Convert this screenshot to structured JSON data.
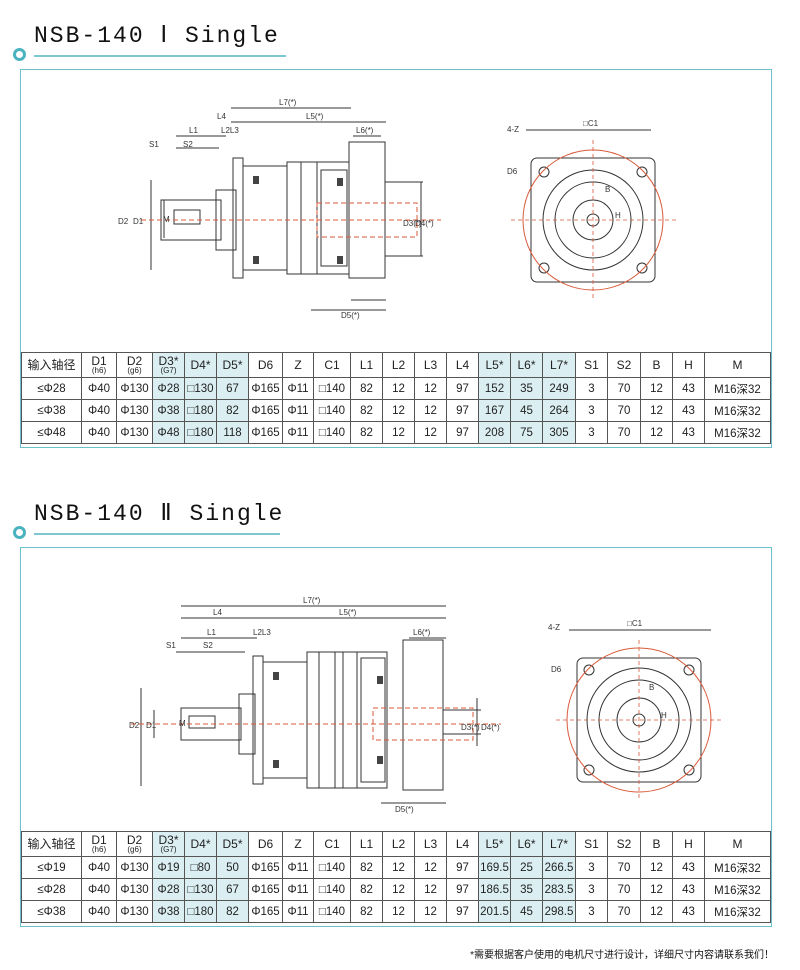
{
  "headers": [
    {
      "main": "输入轴径",
      "sub": "",
      "hl": false
    },
    {
      "main": "D1",
      "sub": "(h6)",
      "hl": false
    },
    {
      "main": "D2",
      "sub": "(g6)",
      "hl": false
    },
    {
      "main": "D3*",
      "sub": "(G7)",
      "hl": true
    },
    {
      "main": "D4*",
      "sub": "",
      "hl": true
    },
    {
      "main": "D5*",
      "sub": "",
      "hl": true
    },
    {
      "main": "D6",
      "sub": "",
      "hl": false
    },
    {
      "main": "Z",
      "sub": "",
      "hl": false
    },
    {
      "main": "C1",
      "sub": "",
      "hl": false
    },
    {
      "main": "L1",
      "sub": "",
      "hl": false
    },
    {
      "main": "L2",
      "sub": "",
      "hl": false
    },
    {
      "main": "L3",
      "sub": "",
      "hl": false
    },
    {
      "main": "L4",
      "sub": "",
      "hl": false
    },
    {
      "main": "L5*",
      "sub": "",
      "hl": true
    },
    {
      "main": "L6*",
      "sub": "",
      "hl": true
    },
    {
      "main": "L7*",
      "sub": "",
      "hl": true
    },
    {
      "main": "S1",
      "sub": "",
      "hl": false
    },
    {
      "main": "S2",
      "sub": "",
      "hl": false
    },
    {
      "main": "B",
      "sub": "",
      "hl": false
    },
    {
      "main": "H",
      "sub": "",
      "hl": false
    },
    {
      "main": "M",
      "sub": "",
      "hl": false
    }
  ],
  "drawing_labels": {
    "l7": "L7(*)",
    "l5": "L5(*)",
    "l6": "L6(*)",
    "l4": "L4",
    "l1": "L1",
    "l2l3": "L2L3",
    "s1": "S1",
    "s2": "S2",
    "d1": "D1",
    "d2": "D2",
    "m": "M",
    "d3": "D3(*)",
    "d4": "D4(*)",
    "d5": "D5(*)",
    "c1": "□C1",
    "d6": "D6",
    "z": "4-Z",
    "b": "B",
    "h": "H"
  },
  "sections": [
    {
      "title": "NSB-140 Ⅰ Single",
      "rows": [
        [
          "≤Φ28",
          "Φ40",
          "Φ130",
          "Φ28",
          "□130",
          "67",
          "Φ165",
          "Φ11",
          "□140",
          "82",
          "12",
          "12",
          "97",
          "152",
          "35",
          "249",
          "3",
          "70",
          "12",
          "43",
          "M16深32"
        ],
        [
          "≤Φ38",
          "Φ40",
          "Φ130",
          "Φ38",
          "□180",
          "82",
          "Φ165",
          "Φ11",
          "□140",
          "82",
          "12",
          "12",
          "97",
          "167",
          "45",
          "264",
          "3",
          "70",
          "12",
          "43",
          "M16深32"
        ],
        [
          "≤Φ48",
          "Φ40",
          "Φ130",
          "Φ48",
          "□180",
          "118",
          "Φ165",
          "Φ11",
          "□140",
          "82",
          "12",
          "12",
          "97",
          "208",
          "75",
          "305",
          "3",
          "70",
          "12",
          "43",
          "M16深32"
        ]
      ]
    },
    {
      "title": "NSB-140 Ⅱ Single",
      "rows": [
        [
          "≤Φ19",
          "Φ40",
          "Φ130",
          "Φ19",
          "□80",
          "50",
          "Φ165",
          "Φ11",
          "□140",
          "82",
          "12",
          "12",
          "97",
          "169.5",
          "25",
          "266.5",
          "3",
          "70",
          "12",
          "43",
          "M16深32"
        ],
        [
          "≤Φ28",
          "Φ40",
          "Φ130",
          "Φ28",
          "□130",
          "67",
          "Φ165",
          "Φ11",
          "□140",
          "82",
          "12",
          "12",
          "97",
          "186.5",
          "35",
          "283.5",
          "3",
          "70",
          "12",
          "43",
          "M16深32"
        ],
        [
          "≤Φ38",
          "Φ40",
          "Φ130",
          "Φ38",
          "□180",
          "82",
          "Φ165",
          "Φ11",
          "□140",
          "82",
          "12",
          "12",
          "97",
          "201.5",
          "45",
          "298.5",
          "3",
          "70",
          "12",
          "43",
          "M16深32"
        ]
      ]
    }
  ],
  "footnote": "*需要根据客户使用的电机尺寸进行设计，详细尺寸内容请联系我们！",
  "colors": {
    "accent": "#4ab3c0",
    "panel_border": "#6cc0cb",
    "highlight_cell": "#dbeff3",
    "drawing_red": "#d85a3a"
  }
}
